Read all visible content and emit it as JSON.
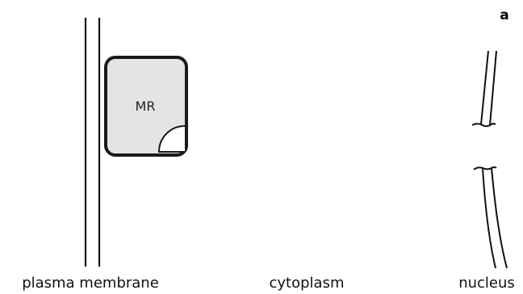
{
  "panel_letter": "a",
  "receptor": {
    "label": "MR",
    "fill": "#e4e4e4",
    "stroke": "#1a1a1a"
  },
  "labels": {
    "membrane": "plasma membrane",
    "cytoplasm": "cytoplasm",
    "nucleus": "nucleus"
  },
  "colors": {
    "line": "#111111",
    "background": "#ffffff"
  }
}
